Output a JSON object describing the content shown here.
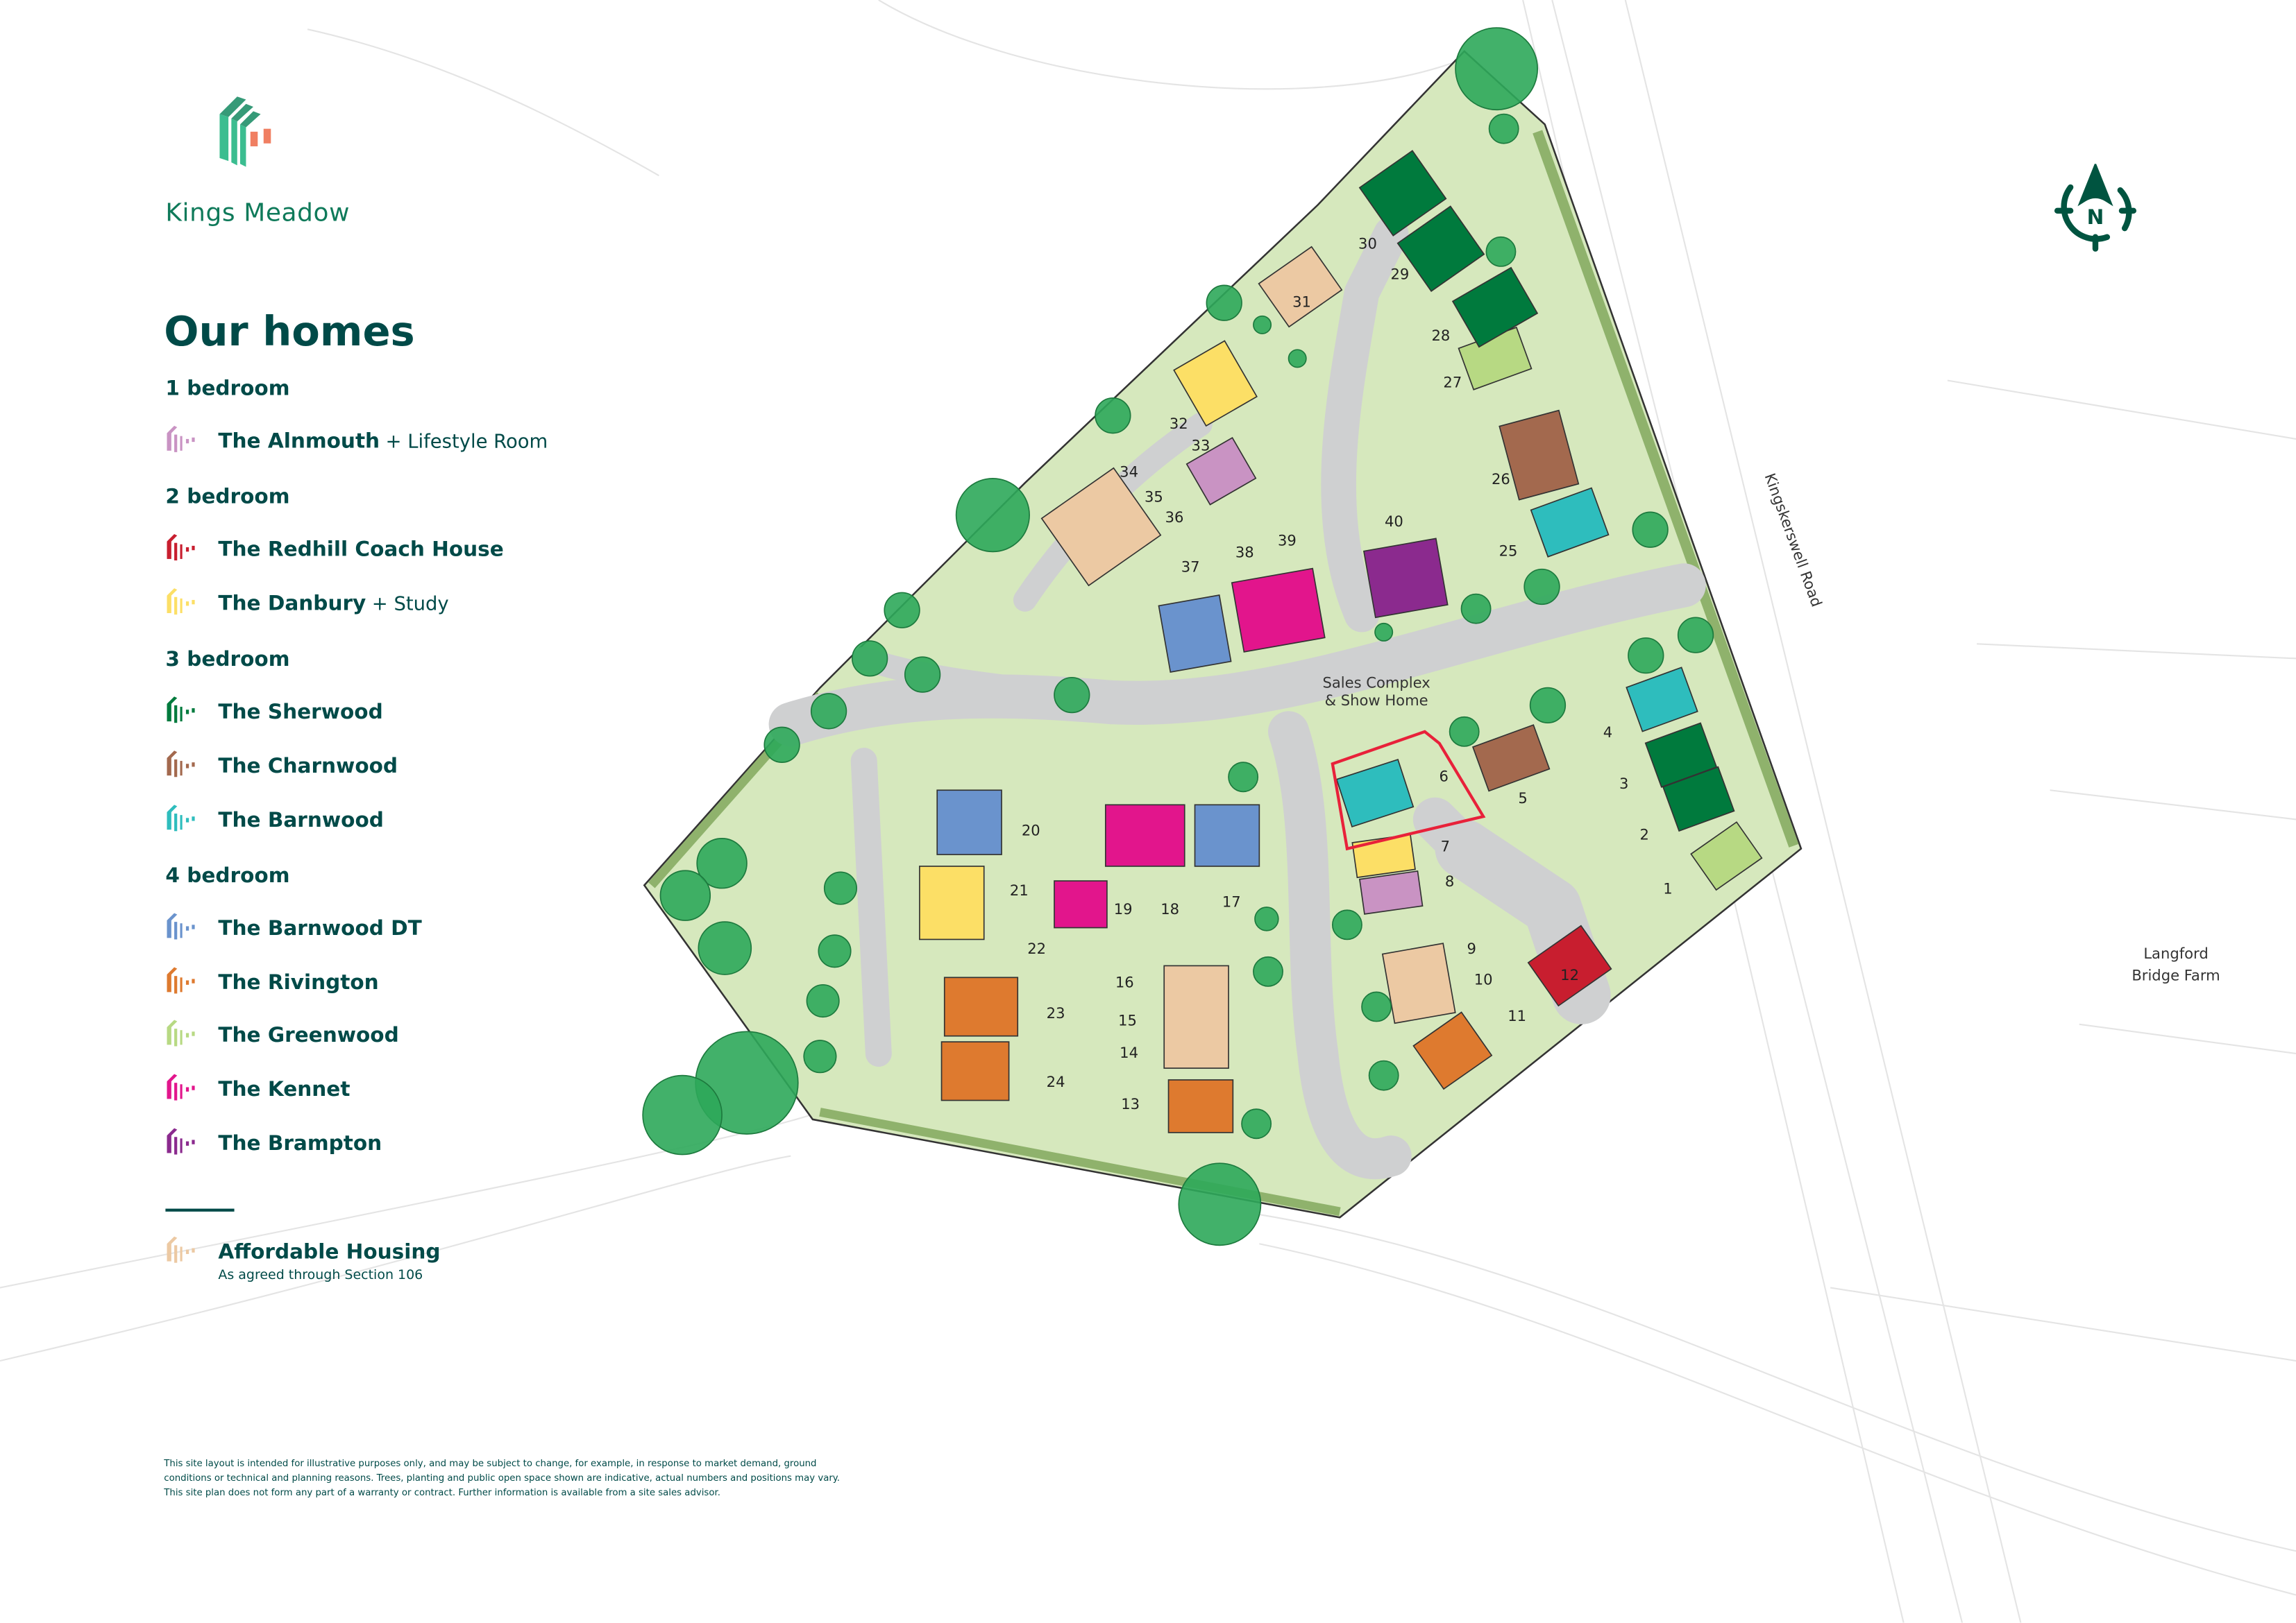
{
  "brand": {
    "name": "Kings Meadow"
  },
  "title": "Our homes",
  "colors": {
    "text": "#004a48",
    "logo_green": "#3bbd90",
    "logo_dark": "#369a78",
    "logo_accent": "#f07f62",
    "grass": "#d6e8bd",
    "road": "#cfd0d1",
    "tree": "#2ea85a",
    "hedge": "#8fb26c",
    "sales_outline": "#e8213a"
  },
  "legend": [
    {
      "group": "1 bedroom",
      "items": [
        {
          "name": "The Alnmouth",
          "extra": "+ Lifestyle Room",
          "color": "#c993c3",
          "key": "alnmouth"
        }
      ]
    },
    {
      "group": "2 bedroom",
      "items": [
        {
          "name": "The Redhill Coach House",
          "extra": "",
          "color": "#c81e2f",
          "key": "redhill"
        },
        {
          "name": "The Danbury",
          "extra": "+ Study",
          "color": "#fcdf66",
          "key": "danbury"
        }
      ]
    },
    {
      "group": "3 bedroom",
      "items": [
        {
          "name": "The Sherwood",
          "extra": "",
          "color": "#007a3d",
          "key": "sherwood"
        },
        {
          "name": "The Charnwood",
          "extra": "",
          "color": "#a3694e",
          "key": "charnwood"
        },
        {
          "name": "The Barnwood",
          "extra": "",
          "color": "#2ebdbd",
          "key": "barnwood"
        }
      ]
    },
    {
      "group": "4 bedroom",
      "items": [
        {
          "name": "The Barnwood DT",
          "extra": "",
          "color": "#6a93cd",
          "key": "barnwooddt"
        },
        {
          "name": "The Rivington",
          "extra": "",
          "color": "#de7a2f",
          "key": "rivington"
        },
        {
          "name": "The Greenwood",
          "extra": "",
          "color": "#b7d983",
          "key": "greenwood"
        },
        {
          "name": "The Kennet",
          "extra": "",
          "color": "#e2158c",
          "key": "kennet"
        },
        {
          "name": "The Brampton",
          "extra": "",
          "color": "#8b2a8e",
          "key": "brampton"
        }
      ]
    }
  ],
  "affordable": {
    "name": "Affordable Housing",
    "subtitle": "As agreed through Section 106",
    "color": "#ecc9a3",
    "key": "affordable"
  },
  "disclaimer": "This site layout is intended for illustrative purposes only, and may be subject to change, for example, in response to market demand, ground conditions or technical and planning reasons. Trees, planting and public open space shown are indicative, actual numbers and positions may vary. This site plan does not form any part of a warranty or contract. Further information is available from a site sales advisor.",
  "compass": {
    "letter": "N",
    "icon": "north-arrow-icon"
  },
  "map": {
    "road_name": "Kingskerswell Road",
    "farm_label_1": "Langford",
    "farm_label_2": "Bridge Farm",
    "sales_label_1": "Sales Complex",
    "sales_label_2": "& Show Home",
    "plots": [
      {
        "number": "1",
        "type": "greenwood"
      },
      {
        "number": "2",
        "type": "sherwood"
      },
      {
        "number": "3",
        "type": "sherwood"
      },
      {
        "number": "4",
        "type": "barnwood"
      },
      {
        "number": "5",
        "type": "charnwood"
      },
      {
        "number": "6",
        "type": "barnwood"
      },
      {
        "number": "7",
        "type": "danbury"
      },
      {
        "number": "8",
        "type": "alnmouth"
      },
      {
        "number": "9",
        "type": "affordable"
      },
      {
        "number": "10",
        "type": "affordable"
      },
      {
        "number": "11",
        "type": "rivington"
      },
      {
        "number": "12",
        "type": "redhill"
      },
      {
        "number": "13",
        "type": "rivington"
      },
      {
        "number": "14",
        "type": "affordable"
      },
      {
        "number": "15",
        "type": "affordable"
      },
      {
        "number": "16",
        "type": "affordable"
      },
      {
        "number": "17",
        "type": "barnwooddt"
      },
      {
        "number": "18",
        "type": "kennet"
      },
      {
        "number": "19",
        "type": "kennet"
      },
      {
        "number": "20",
        "type": "barnwooddt"
      },
      {
        "number": "21",
        "type": "danbury"
      },
      {
        "number": "22",
        "type": "danbury"
      },
      {
        "number": "23",
        "type": "rivington"
      },
      {
        "number": "24",
        "type": "rivington"
      },
      {
        "number": "25",
        "type": "barnwood"
      },
      {
        "number": "26",
        "type": "charnwood"
      },
      {
        "number": "27",
        "type": "greenwood"
      },
      {
        "number": "28",
        "type": "sherwood"
      },
      {
        "number": "29",
        "type": "sherwood"
      },
      {
        "number": "30",
        "type": "sherwood"
      },
      {
        "number": "31",
        "type": "affordable"
      },
      {
        "number": "32",
        "type": "danbury"
      },
      {
        "number": "33",
        "type": "alnmouth"
      },
      {
        "number": "34",
        "type": "affordable"
      },
      {
        "number": "35",
        "type": "affordable"
      },
      {
        "number": "36",
        "type": "affordable"
      },
      {
        "number": "37",
        "type": "barnwooddt"
      },
      {
        "number": "38",
        "type": "kennet"
      },
      {
        "number": "39",
        "type": "kennet"
      },
      {
        "number": "40",
        "type": "brampton"
      }
    ]
  }
}
